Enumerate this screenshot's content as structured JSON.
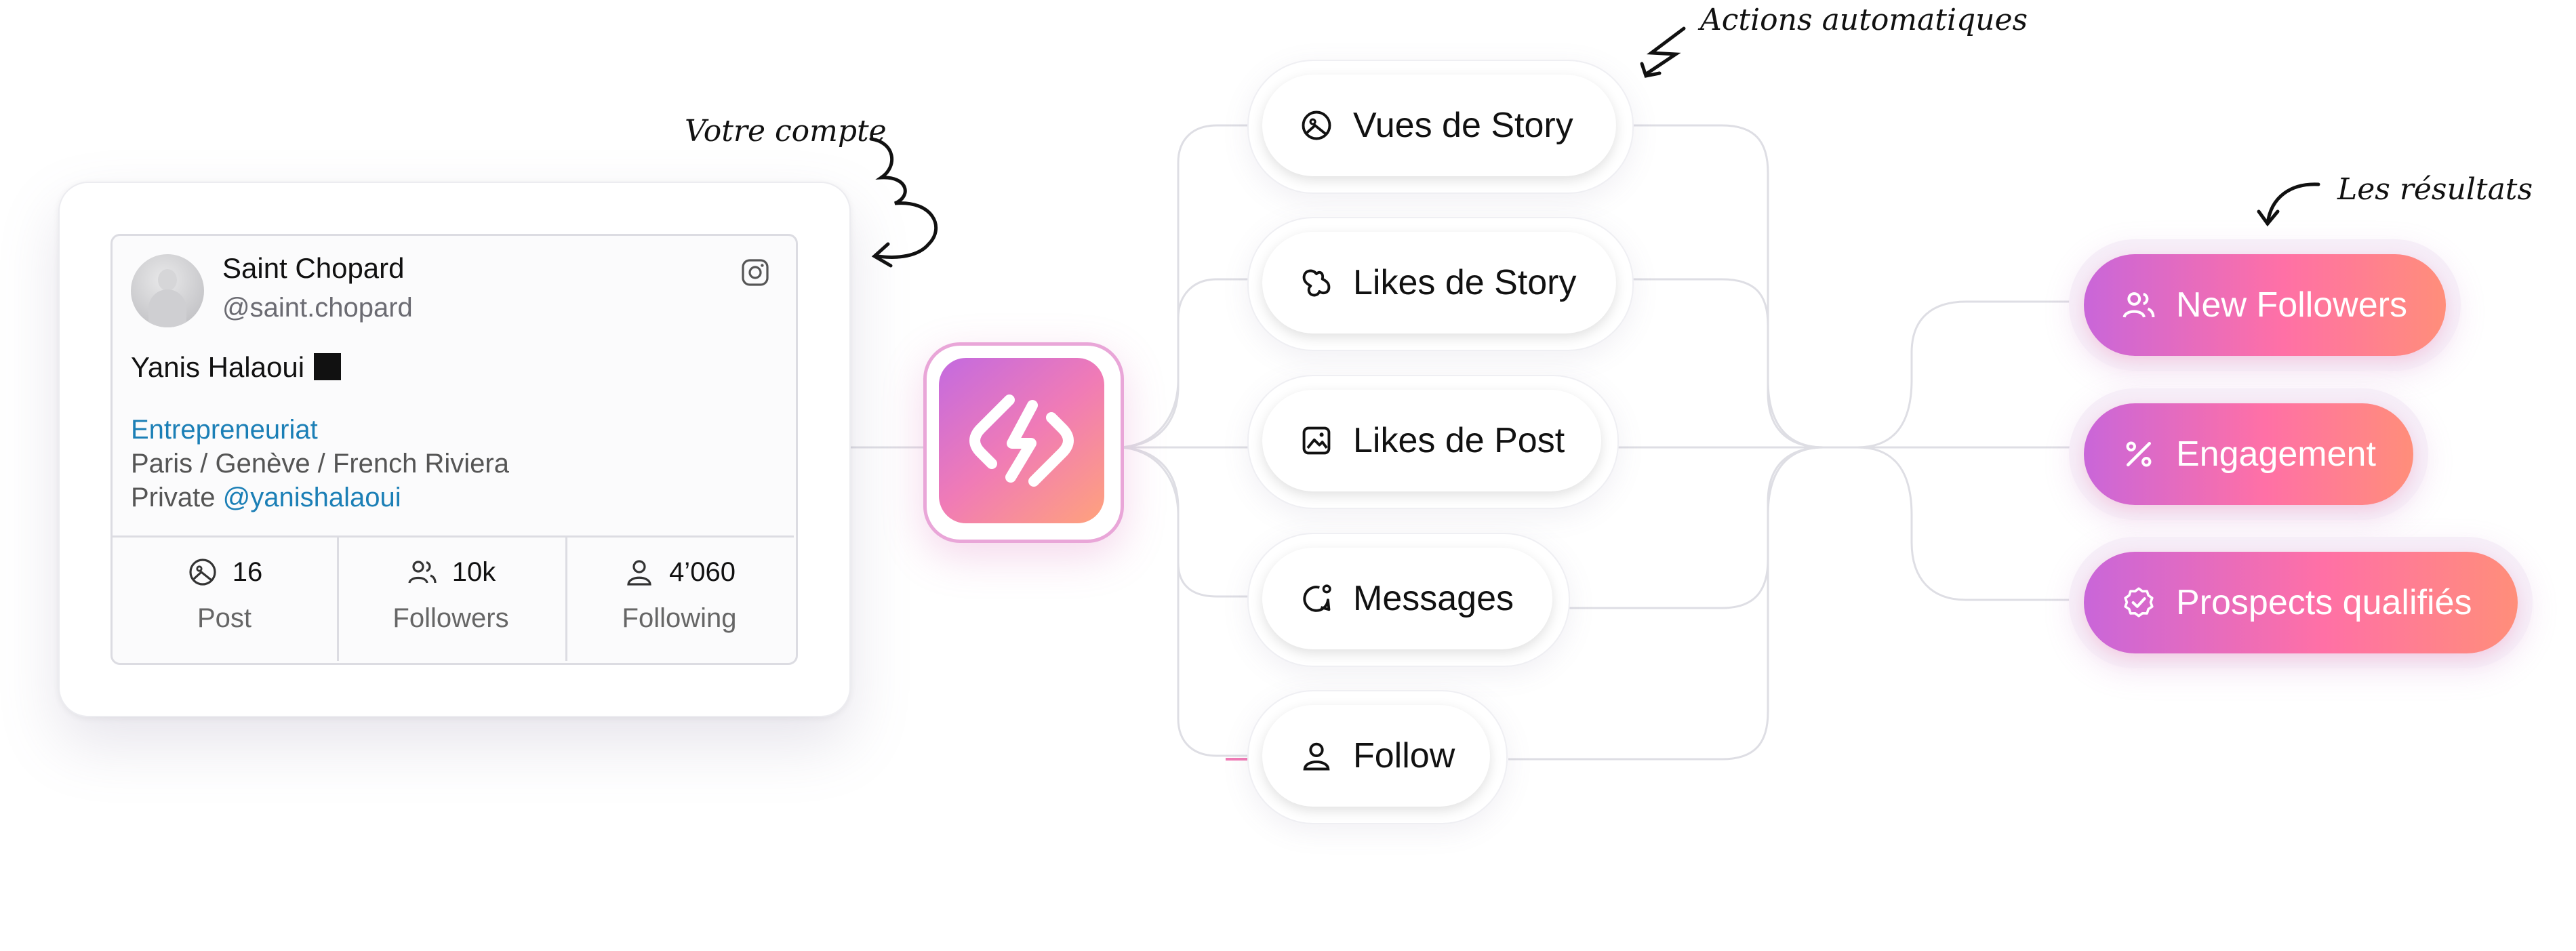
{
  "annotations": {
    "account": "Votre compte",
    "actions": "Actions automatiques",
    "results": "Les résultats"
  },
  "profile": {
    "name": "Saint Chopard",
    "handle": "@saint.chopard",
    "full_name": "Yanis Halaoui",
    "bio_line1": "Entrepreneuriat",
    "bio_line2": "Paris / Genève / French Riviera",
    "bio_line3_prefix": "Private",
    "bio_line3_link": "@yanishalaoui",
    "stats": [
      {
        "value": "16",
        "label": "Post",
        "icon": "image-icon"
      },
      {
        "value": "10k",
        "label": "Followers",
        "icon": "users-icon"
      },
      {
        "value": "4’060",
        "label": "Following",
        "icon": "user-icon"
      }
    ]
  },
  "actions": [
    {
      "label": "Vues de Story",
      "icon": "story-view-icon"
    },
    {
      "label": "Likes de Story",
      "icon": "heart-icon"
    },
    {
      "label": "Likes de Post",
      "icon": "image-icon"
    },
    {
      "label": "Messages",
      "icon": "message-icon"
    },
    {
      "label": "Follow",
      "icon": "user-icon"
    }
  ],
  "results": [
    {
      "label": "New Followers",
      "icon": "users-icon"
    },
    {
      "label": "Engagement",
      "icon": "percent-icon"
    },
    {
      "label": "Prospects qualifiés",
      "icon": "check-badge-icon"
    }
  ],
  "colors": {
    "accent_purple": "#c966d9",
    "accent_pink": "#ff70a6",
    "accent_orange": "#ff8e7a",
    "link_blue": "#1b7fb6",
    "connector": "#dedee4"
  }
}
